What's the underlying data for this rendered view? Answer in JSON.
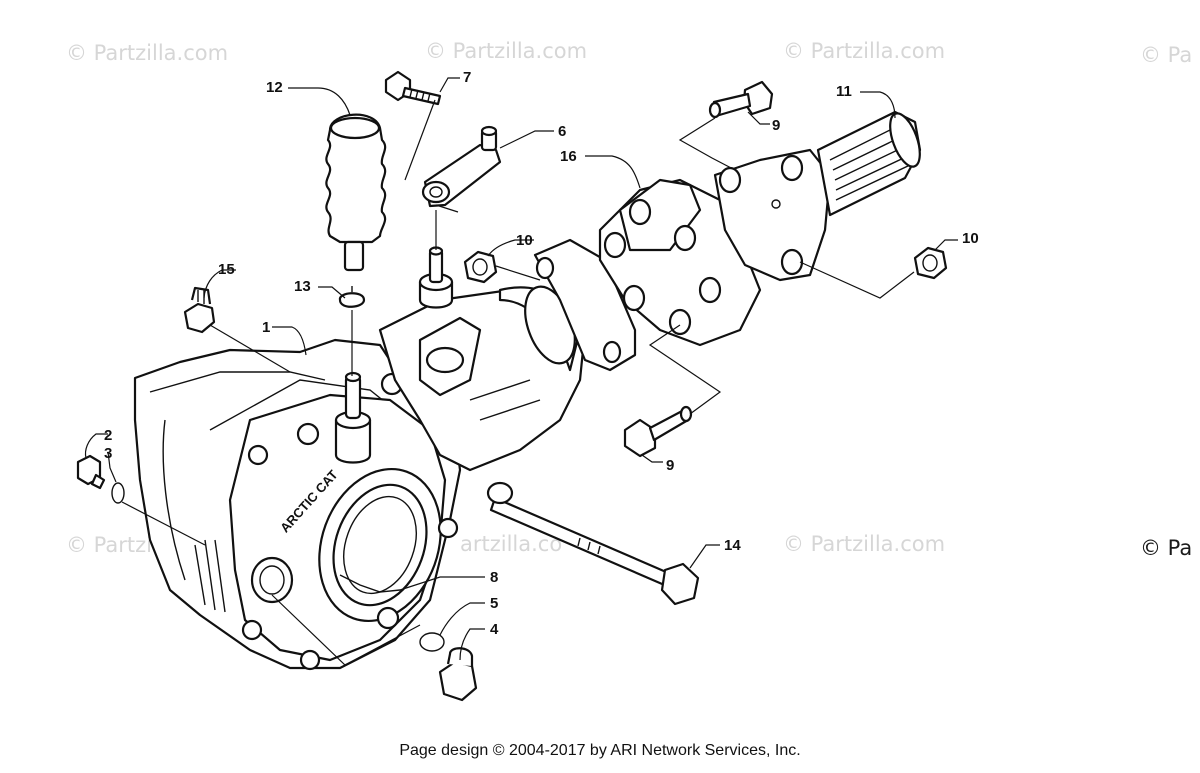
{
  "watermarks": [
    "© Partzilla.com",
    "© Partzilla.com",
    "© Partzilla.com",
    "© Pa",
    "© Partzilla.com",
    "artzilla.co",
    "© Partzilla.com",
    "© Pa"
  ],
  "brand_text": "ARCTIC CAT",
  "callouts": [
    "1",
    "2",
    "3",
    "4",
    "5",
    "6",
    "7",
    "8",
    "9",
    "9",
    "10",
    "10",
    "11",
    "12",
    "13",
    "14",
    "15",
    "16"
  ],
  "footer": "Page design © 2004-2017 by ARI Network Services, Inc."
}
